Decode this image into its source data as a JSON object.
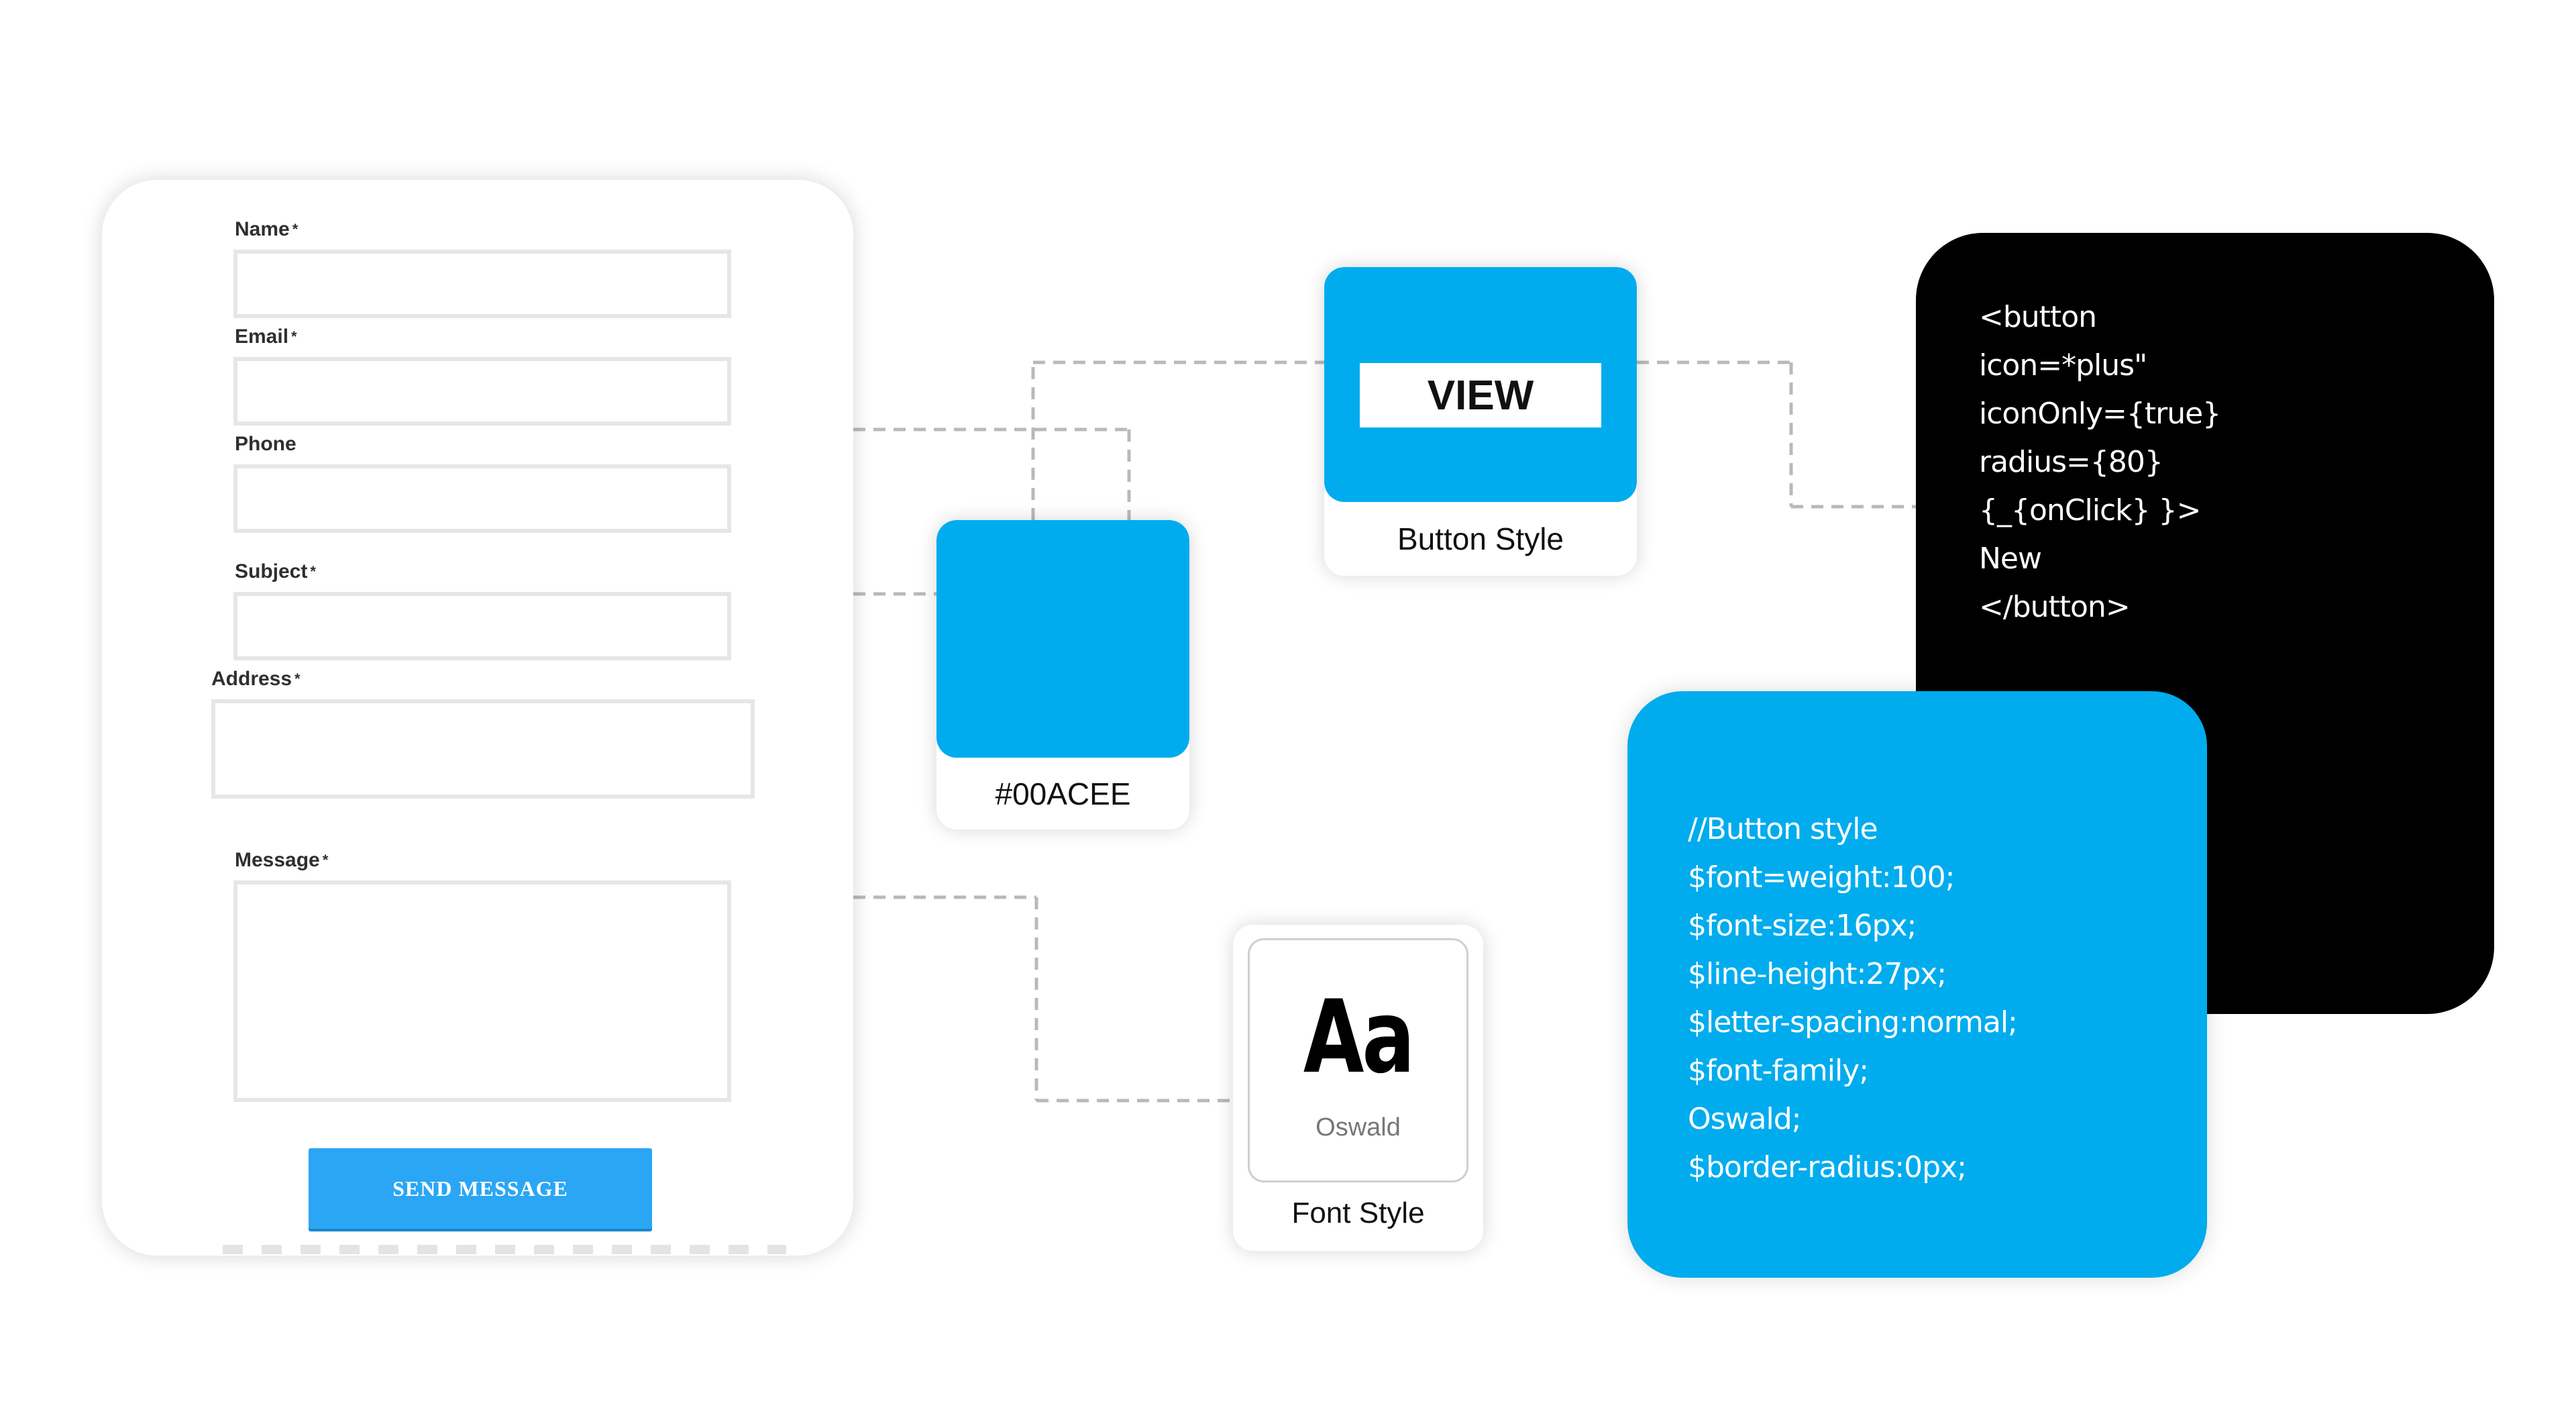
{
  "form": {
    "fields": [
      {
        "label": "Name",
        "required": true,
        "value": ""
      },
      {
        "label": "Email",
        "required": true,
        "value": ""
      },
      {
        "label": "Phone",
        "required": false,
        "value": ""
      },
      {
        "label": "Subject",
        "required": true,
        "value": ""
      },
      {
        "label": "Address",
        "required": true,
        "value": ""
      },
      {
        "label": "Message",
        "required": true,
        "value": ""
      }
    ],
    "required_mark": "*",
    "submit_label": "SEND MESSAGE"
  },
  "color_swatch": {
    "color": "#00ACEE",
    "label": "#00ACEE"
  },
  "button_style": {
    "button_label": "VIEW",
    "label": "Button Style",
    "color": "#00acee"
  },
  "font_style": {
    "sample": "Aa",
    "font_name": "Oswald",
    "label": "Font Style"
  },
  "code_black": {
    "lines": [
      "<button",
      "icon=*plus\"",
      "iconOnly={true}",
      "radius={80}",
      "{_{onClick} }>",
      "New",
      "</button>"
    ]
  },
  "code_blue": {
    "lines": [
      "//Button style",
      "$font=weight:100;",
      "$font-size:16px;",
      "$line-height:27px;",
      "$letter-spacing:normal;",
      "$font-family;",
      "Oswald;",
      "$border-radius:0px;"
    ]
  },
  "colors": {
    "accent": "#00acee",
    "button_blue": "#2aa6f4",
    "code_bg": "#000000"
  }
}
